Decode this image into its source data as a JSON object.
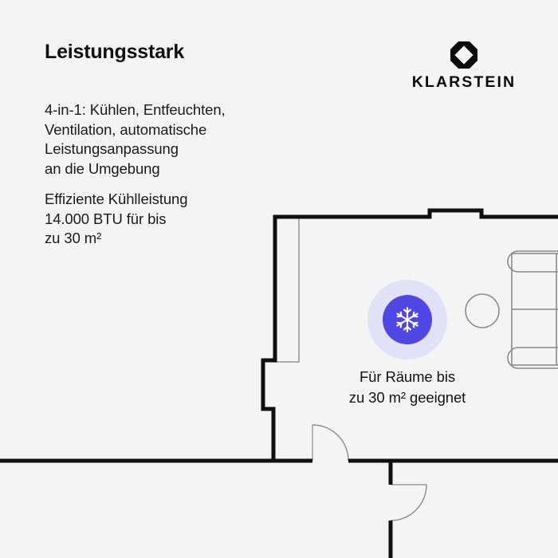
{
  "background_color": "#f4f4f4",
  "accent_color": "#5046e4",
  "halo_color": "#e3e1f7",
  "wall_color": "#101010",
  "furniture_color": "#8a8a8a",
  "headline": "Leistungsstark",
  "features_paragraph": {
    "lines": [
      "4-in-1: Kühlen, Entfeuchten,",
      "Ventilation, automatische",
      "Leistungsanpassung",
      "an die Umgebung"
    ]
  },
  "capacity_paragraph": {
    "lines": [
      "Effiziente Kühlleistung",
      "14.000 BTU für bis",
      "zu 30 m²"
    ]
  },
  "brand": {
    "mark": "octagon-diamond-logo",
    "name": "KLARSTEIN"
  },
  "badge": {
    "icon": "snowflake-icon",
    "caption_line_1": "Für Räume bis",
    "caption_line_2": "zu 30 m² geeignet"
  },
  "floorplan": {
    "label": "apartment-floor-plan",
    "elements": [
      "exterior-wall",
      "wall-jog",
      "wall-notch",
      "window-closet",
      "door-swing-top",
      "door-swing-bottom",
      "round-table",
      "bed"
    ]
  }
}
